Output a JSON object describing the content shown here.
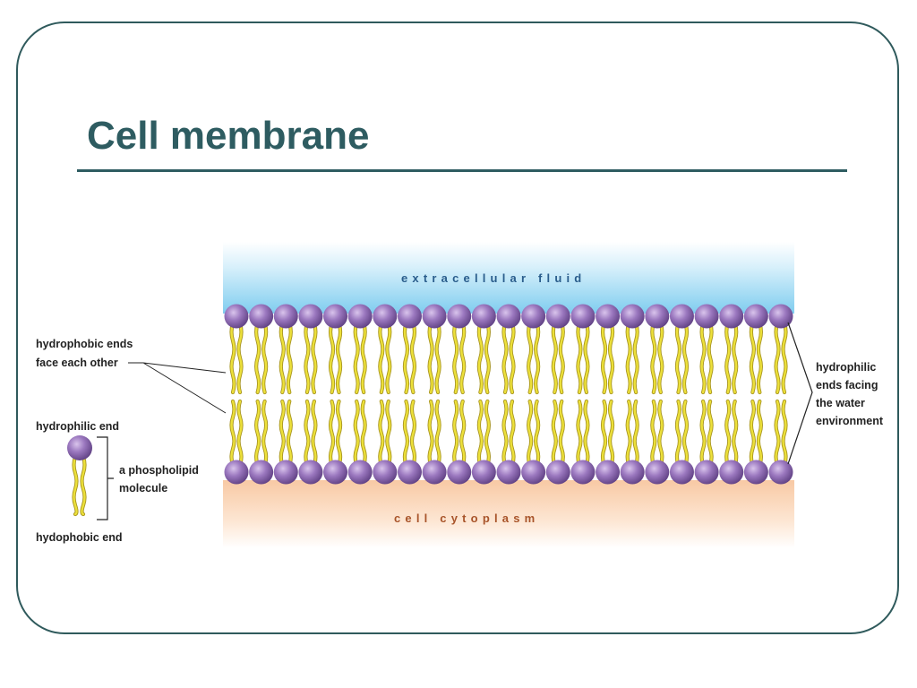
{
  "slide": {
    "title": "Cell membrane"
  },
  "diagram": {
    "regions": {
      "top": "extracellular fluid",
      "bottom": "cell cytoplasm"
    },
    "labels": {
      "hydrophobic_ends": [
        "hydrophobic ends",
        "face each other"
      ],
      "hydrophilic_ends": [
        "hydrophilic",
        "ends facing",
        "the water",
        "environment"
      ],
      "hydrophilic_end": "hydrophilic end",
      "phospholipid": [
        "a phospholipid",
        "molecule"
      ],
      "hydrophobic_end": "hydophobic end"
    },
    "colors": {
      "frame": "#2f5a5c",
      "title": "#2e5c61",
      "extracellular_text": "#2a5d8c",
      "cytoplasm_text": "#a8542a",
      "head": "#8e6cb2",
      "tail": "#e6d42a"
    }
  }
}
